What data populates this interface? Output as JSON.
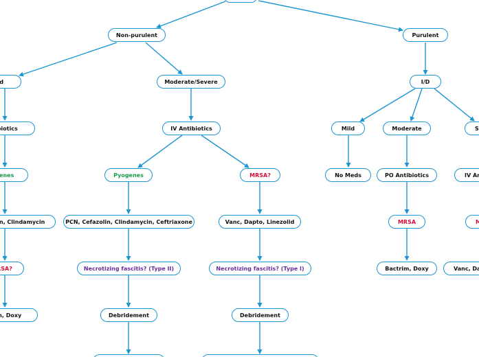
{
  "diagram": {
    "title": "",
    "nodes": {
      "nonpurulent": {
        "label": "Non-purulent",
        "color": "#111111"
      },
      "purulent": {
        "label": "Purulent",
        "color": "#111111"
      },
      "np_mild": {
        "label": "Mild",
        "color": "#111111"
      },
      "np_modsev": {
        "label": "Moderate/Severe",
        "color": "#111111"
      },
      "np_mild_abx": {
        "label": "Antibiotics",
        "color": "#111111"
      },
      "np_iv_abx": {
        "label": "IV Antibiotics",
        "color": "#111111"
      },
      "np_mild_pyog": {
        "label": "Pyogenes",
        "color": "#1a9a4b"
      },
      "np_iv_pyog": {
        "label": "Pyogenes",
        "color": "#1a9a4b"
      },
      "np_iv_mrsa": {
        "label": "MRSA?",
        "color": "#d0103a"
      },
      "np_mild_drugs": {
        "label": "Cephalexin, Clindamycin",
        "color": "#111111"
      },
      "np_iv_pcn": {
        "label": "PCN, Cefazolin, Clindamycin, Ceftriaxone",
        "color": "#111111"
      },
      "np_iv_vanc": {
        "label": "Vanc, Dapto, Linezolid",
        "color": "#111111"
      },
      "np_mild_mrsa": {
        "label": "MRSA?",
        "color": "#d0103a"
      },
      "np_nf2": {
        "label": "Necrotizing fascitis? (Type II)",
        "color": "#6a2e9c"
      },
      "np_nf1": {
        "label": "Necrotizing fascitis? (Type I)",
        "color": "#6a2e9c"
      },
      "np_mild_bactrim": {
        "label": "Bactrim, Doxy",
        "color": "#111111"
      },
      "np_debr2": {
        "label": "Debridement",
        "color": "#111111"
      },
      "np_debr1": {
        "label": "Debridement",
        "color": "#111111"
      },
      "p_id": {
        "label": "I/D",
        "color": "#111111"
      },
      "p_mild": {
        "label": "Mild",
        "color": "#111111"
      },
      "p_mod": {
        "label": "Moderate",
        "color": "#111111"
      },
      "p_sev": {
        "label": "Severe",
        "color": "#111111"
      },
      "p_nomeds": {
        "label": "No Meds",
        "color": "#111111"
      },
      "p_po_abx": {
        "label": "PO Antibiotics",
        "color": "#111111"
      },
      "p_iv_abx": {
        "label": "IV Antibiotics",
        "color": "#111111"
      },
      "p_mrsa": {
        "label": "MRSA",
        "color": "#d0103a"
      },
      "p_sev_mrsa": {
        "label": "MRSA",
        "color": "#d0103a"
      },
      "p_bactrim": {
        "label": "Bactrim, Doxy",
        "color": "#111111"
      },
      "p_vanc": {
        "label": "Vanc, Dapto, Linezolid",
        "color": "#111111"
      }
    },
    "edge_color": "#1b95d3"
  }
}
